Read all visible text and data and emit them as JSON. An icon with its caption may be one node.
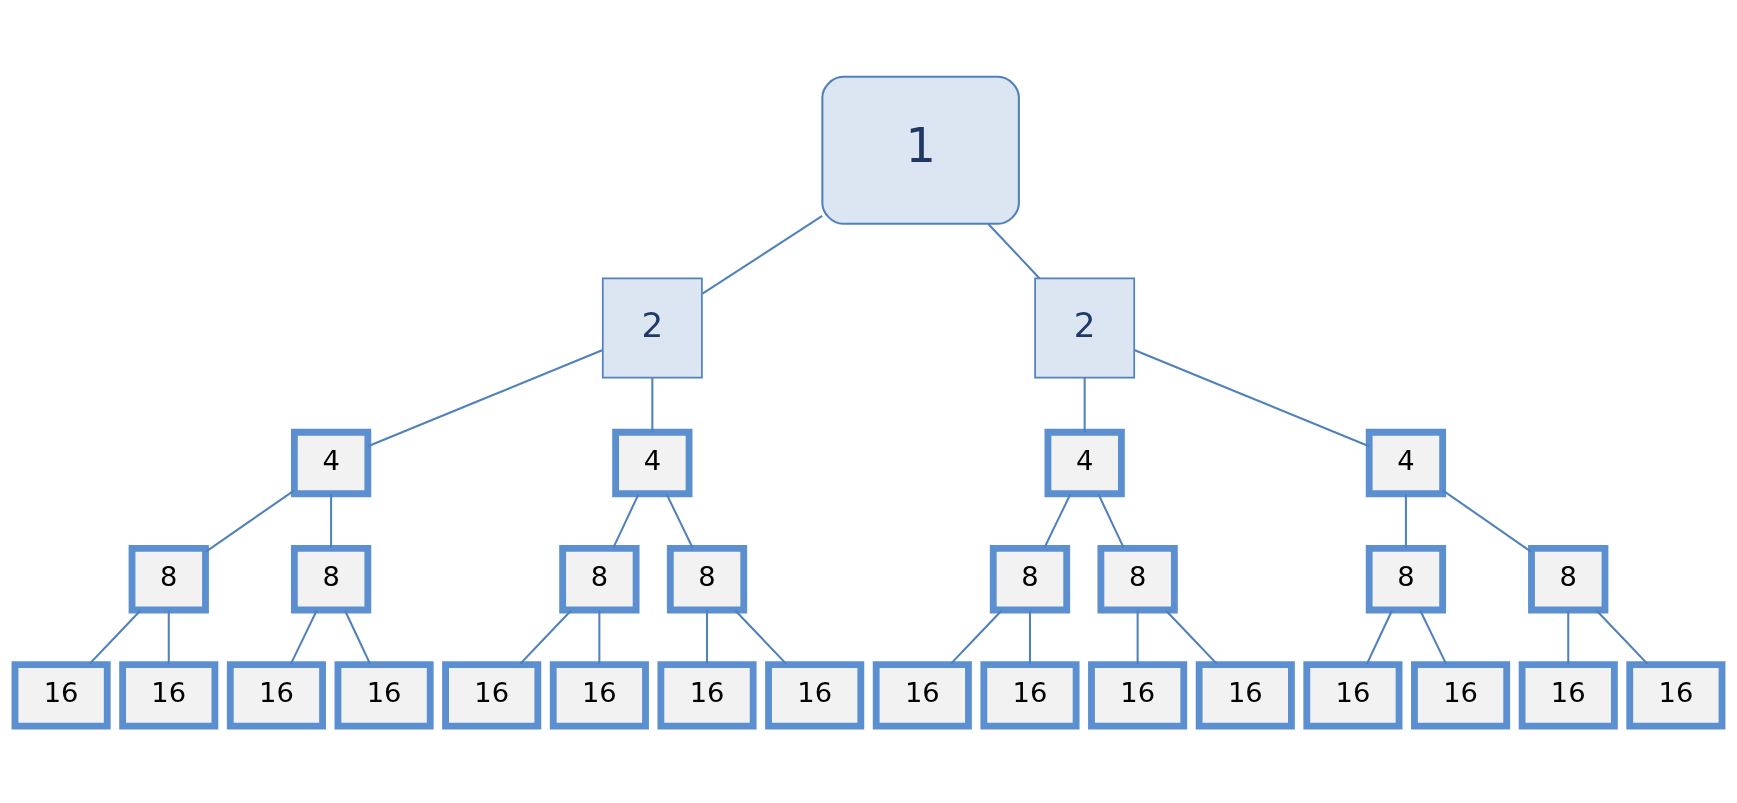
{
  "diagram": {
    "nodes": [
      {
        "text": [
          "1"
        ]
      },
      {
        "text": [
          "2"
        ]
      },
      {
        "text": [
          "2"
        ]
      },
      {
        "text": [
          "4"
        ]
      },
      {
        "text": [
          "4"
        ]
      },
      {
        "text": [
          "4"
        ]
      },
      {
        "text": [
          "4"
        ]
      },
      {
        "text": [
          "8"
        ]
      },
      {
        "text": [
          "8"
        ]
      },
      {
        "text": [
          "8"
        ]
      },
      {
        "text": [
          "8"
        ]
      },
      {
        "text": [
          "8"
        ]
      },
      {
        "text": [
          "8"
        ]
      },
      {
        "text": [
          "8"
        ]
      },
      {
        "text": [
          "8"
        ]
      },
      {
        "text": [
          "16"
        ]
      },
      {
        "text": [
          "16"
        ]
      },
      {
        "text": [
          "16"
        ]
      },
      {
        "text": [
          "16"
        ]
      },
      {
        "text": [
          "16"
        ]
      },
      {
        "text": [
          "16"
        ]
      },
      {
        "text": [
          "16"
        ]
      },
      {
        "text": [
          "16"
        ]
      },
      {
        "text": [
          "16"
        ]
      },
      {
        "text": [
          "16"
        ]
      },
      {
        "text": [
          "16"
        ]
      },
      {
        "text": [
          "16"
        ]
      },
      {
        "text": [
          "16"
        ]
      },
      {
        "text": [
          "16"
        ]
      },
      {
        "text": [
          "16"
        ]
      },
      {
        "text": [
          "16"
        ]
      }
    ],
    "edges": [
      {
        "from": 0,
        "to": 1,
        "arrow": "none"
      },
      {
        "from": 0,
        "to": 2,
        "arrow": "none"
      },
      {
        "from": 1,
        "to": 3,
        "arrow": "none"
      },
      {
        "from": 1,
        "to": 4,
        "arrow": "none"
      },
      {
        "from": 2,
        "to": 5,
        "arrow": "none"
      },
      {
        "from": 2,
        "to": 6,
        "arrow": "none"
      },
      {
        "from": 3,
        "to": 7,
        "arrow": "none"
      },
      {
        "from": 3,
        "to": 8,
        "arrow": "none"
      },
      {
        "from": 4,
        "to": 9,
        "arrow": "none"
      },
      {
        "from": 4,
        "to": 10,
        "arrow": "none"
      },
      {
        "from": 5,
        "to": 11,
        "arrow": "none"
      },
      {
        "from": 5,
        "to": 12,
        "arrow": "none"
      },
      {
        "from": 6,
        "to": 13,
        "arrow": "none"
      },
      {
        "from": 6,
        "to": 14,
        "arrow": "none"
      },
      {
        "from": 7,
        "to": 15,
        "arrow": "none"
      },
      {
        "from": 7,
        "to": 16,
        "arrow": "none"
      },
      {
        "from": 8,
        "to": 17,
        "arrow": "none"
      },
      {
        "from": 8,
        "to": 18,
        "arrow": "none"
      },
      {
        "from": 9,
        "to": 19,
        "arrow": "none"
      },
      {
        "from": 9,
        "to": 20,
        "arrow": "none"
      },
      {
        "from": 10,
        "to": 21,
        "arrow": "none"
      },
      {
        "from": 10,
        "to": 22,
        "arrow": "none"
      },
      {
        "from": 11,
        "to": 23,
        "arrow": "none"
      },
      {
        "from": 11,
        "to": 24,
        "arrow": "none"
      },
      {
        "from": 12,
        "to": 25,
        "arrow": "none"
      },
      {
        "from": 12,
        "to": 26,
        "arrow": "none"
      },
      {
        "from": 13,
        "to": 27,
        "arrow": "none"
      },
      {
        "from": 13,
        "to": 28,
        "arrow": "none"
      },
      {
        "from": 14,
        "to": 29,
        "arrow": "none"
      },
      {
        "from": 14,
        "to": 30,
        "arrow": "none"
      }
    ]
  }
}
